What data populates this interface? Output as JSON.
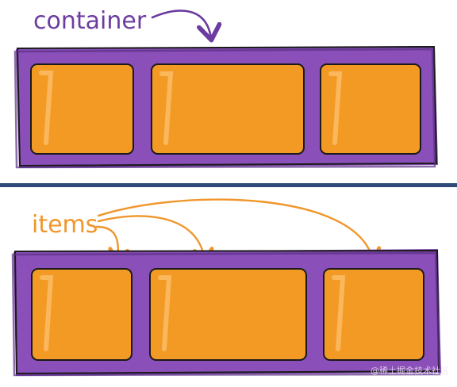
{
  "top_panel": {
    "label": "container",
    "label_color": "#6c3ca0",
    "box_count": 3
  },
  "bottom_panel": {
    "label": "items",
    "label_color": "#f0962a",
    "box_count": 3,
    "arrow_count": 3
  },
  "divider_color": "#2f4a78",
  "container_color": "#8a4fb8",
  "item_color": "#f39a25",
  "watermark": "@稀土掘金技术社区"
}
